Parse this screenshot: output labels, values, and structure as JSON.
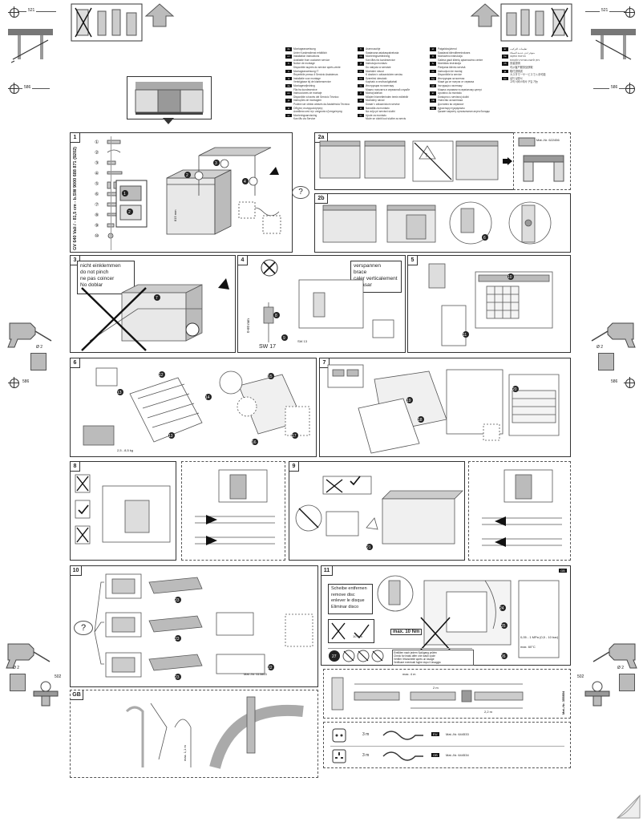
{
  "dimensions": {
    "top_left": "521",
    "top_right": "521",
    "side_left": "586",
    "side_right": "586",
    "mid_left": "586",
    "mid_right": "586",
    "bottom_left": "502",
    "bottom_right": "502",
    "drill_diameter": "Ø 2"
  },
  "languages": {
    "col1": [
      {
        "code": "de",
        "text": "Montageanweisung"
      },
      {
        "code": "",
        "text": "Unter Kundendienst erhältlich"
      },
      {
        "code": "en",
        "text": "Installation instructions"
      },
      {
        "code": "",
        "text": "Available from customer service"
      },
      {
        "code": "fr",
        "text": "Notice de montage"
      },
      {
        "code": "",
        "text": "Disponible auprès du service après-vente"
      },
      {
        "code": "it",
        "text": "Montageanweisung IT"
      },
      {
        "code": "",
        "text": "Reperibile presso il Servizio Assistenza"
      },
      {
        "code": "nl",
        "text": "Installatie voor montage"
      },
      {
        "code": "",
        "text": "Verkrijgbaar bij de klantenservice"
      },
      {
        "code": "da",
        "text": "Montagevejledning"
      },
      {
        "code": "",
        "text": "Fås fra kundeservice"
      },
      {
        "code": "es",
        "text": "Instrucciones de montaje"
      },
      {
        "code": "",
        "text": "Disponible a través del Servicio Técnico"
      },
      {
        "code": "pt",
        "text": "Instruções de montagem"
      },
      {
        "code": "",
        "text": "Poderá ser obtido através da Assistência Técnica"
      },
      {
        "code": "el",
        "text": "Οδηγίες συναρμολόγησης"
      },
      {
        "code": "",
        "text": "Διατίθεται από την υπηρεσία εξυπηρέτησης"
      },
      {
        "code": "sv",
        "text": "Monteringsanvisning"
      },
      {
        "code": "",
        "text": "Kan fås via Service"
      }
    ],
    "col2": [
      {
        "code": "fi",
        "text": "Asennusohje"
      },
      {
        "code": "",
        "text": "Saatavana asiakaspalvelusta"
      },
      {
        "code": "no",
        "text": "Monteringsveiledning"
      },
      {
        "code": "",
        "text": "Kan fåes fra kundeservice"
      },
      {
        "code": "pl",
        "text": "Instrukcja montażu"
      },
      {
        "code": "",
        "text": "Do nabycia w serwisie"
      },
      {
        "code": "cs",
        "text": "Montážní návod"
      },
      {
        "code": "",
        "text": "K dostání v zákaznickém servisu"
      },
      {
        "code": "hu",
        "text": "Szerelési útmutató"
      },
      {
        "code": "",
        "text": "Kapható a vevőszolgálatnál"
      },
      {
        "code": "ru",
        "text": "Инструкция по монтажу"
      },
      {
        "code": "",
        "text": "Можно получить в сервисной службе"
      },
      {
        "code": "tr",
        "text": "Montaj talimatı"
      },
      {
        "code": "",
        "text": "Müşteri hizmetlerinden temin edilebilir"
      },
      {
        "code": "sk",
        "text": "Montážny návod"
      },
      {
        "code": "",
        "text": "Dostať v zákazníckom servise"
      },
      {
        "code": "sl",
        "text": "Navodila za montažo"
      },
      {
        "code": "",
        "text": "Na voljo pri servisni službi"
      },
      {
        "code": "hr",
        "text": "Upute za montažu"
      },
      {
        "code": "",
        "text": "Može se dobiti kod službe za servis"
      }
    ],
    "col3": [
      {
        "code": "et",
        "text": "Paigaldusjuhend"
      },
      {
        "code": "",
        "text": "Saadaval klienditeeninduses"
      },
      {
        "code": "lt",
        "text": "Montavimo instrukcija"
      },
      {
        "code": "",
        "text": "Galima gauti klientų aptarnavimo centre"
      },
      {
        "code": "lv",
        "text": "Montāžas instrukcija"
      },
      {
        "code": "",
        "text": "Pieejama klientu servisā"
      },
      {
        "code": "ro",
        "text": "Instrucţiuni de montaj"
      },
      {
        "code": "",
        "text": "Disponibile la service"
      },
      {
        "code": "bg",
        "text": "Инструкция за монтаж"
      },
      {
        "code": "",
        "text": "Може да се получи от сервиза"
      },
      {
        "code": "uk",
        "text": "Інструкція з монтажу"
      },
      {
        "code": "",
        "text": "Можна отримати в сервісному центрі"
      },
      {
        "code": "sr",
        "text": "Uputstvo za montažu"
      },
      {
        "code": "",
        "text": "Dostupno u servisnoj službi"
      },
      {
        "code": "mk",
        "text": "Упатство за монтажа"
      },
      {
        "code": "",
        "text": "Достапно во сервисот"
      },
      {
        "code": "kk",
        "text": "Құрастыру нұсқаулығы"
      },
      {
        "code": "",
        "text": "Қызмет көрсету орталығынан алуға болады"
      }
    ],
    "col4": [
      {
        "code": "ar",
        "text": "تعليمات التركيب"
      },
      {
        "code": "",
        "text": "متوفر لدى خدمة العملاء"
      },
      {
        "code": "he",
        "text": "הוראות התקנה"
      },
      {
        "code": "",
        "text": "ניתן להשיג בשירות הלקוחות"
      },
      {
        "code": "zh",
        "text": "安装说明"
      },
      {
        "code": "",
        "text": "可从客户服务处获取"
      },
      {
        "code": "ja",
        "text": "取付説明書"
      },
      {
        "code": "",
        "text": "カスタマーサービスで入手可能"
      },
      {
        "code": "ko",
        "text": "설치 설명서"
      },
      {
        "code": "",
        "text": "고객 서비스에서 구입 가능"
      }
    ]
  },
  "panels": {
    "p1": {
      "num": "1",
      "vertical_text": "GV 640 Vali / - 81,5 cm - b.SW 9000 688 871 (9202)",
      "parts": [
        "①",
        "②",
        "③",
        "④",
        "⑤",
        "⑥",
        "⑦",
        "⑧",
        "⑨",
        "⑩"
      ],
      "dim_label": "815 mm"
    },
    "p2a": {
      "num": "2a",
      "matnr": "Mat.-Nr. 622456"
    },
    "p2b": {
      "num": "2b"
    },
    "p3": {
      "num": "3",
      "warnings": [
        "nicht einklemmen",
        "do not pinch",
        "ne pas coincer",
        "No doblar"
      ]
    },
    "p4": {
      "num": "4",
      "warnings": [
        "verspannen",
        "brace",
        "caler verticalement",
        "Enrasar"
      ],
      "wrench": "SW 17",
      "dim": "0-60 mm",
      "sw13": "SW 13"
    },
    "p5": {
      "num": "5"
    },
    "p6": {
      "num": "6",
      "weight": "2,5 - 8,5 kg"
    },
    "p7": {
      "num": "7"
    },
    "p8": {
      "num": "8"
    },
    "p9": {
      "num": "9"
    },
    "p10": {
      "num": "10",
      "question": "?",
      "matnr": "Mat.-Nr. 613863"
    },
    "p11": {
      "num": "11",
      "warnings": [
        "Scheibe entfernen",
        "remove disc",
        "enlever le disque",
        "Eliminar disco"
      ],
      "torque": "max. 10 Nm",
      "time": "10 Nm",
      "pressure": "0,05 - 1 MPa (0,5 - 10 bar)",
      "temp": "max. 60°C",
      "note_lines": [
        "Einfüllen nach jedem Spülgang prüfen",
        "Check for leaks after one wash cycle",
        "Vérifier l'étanchéité après un lavage",
        "Verificare eventuali fughe dopo il lavaggio"
      ],
      "gb": "GB"
    },
    "hose": {
      "max": "max. 4 m",
      "length1": "2 m",
      "length2": "2,2 m",
      "matnr": "Mat.-Nr. 355854"
    },
    "cables": {
      "rows": [
        {
          "length": "3 m",
          "code": "EU",
          "matnr": "Mat.-Nr. 644533"
        },
        {
          "length": "3 m",
          "code": "GB",
          "matnr": "Mat.-Nr. 644534"
        }
      ]
    },
    "gb": {
      "label": "GB",
      "dim": "max. 1,1 m"
    }
  },
  "question_mark": "?"
}
